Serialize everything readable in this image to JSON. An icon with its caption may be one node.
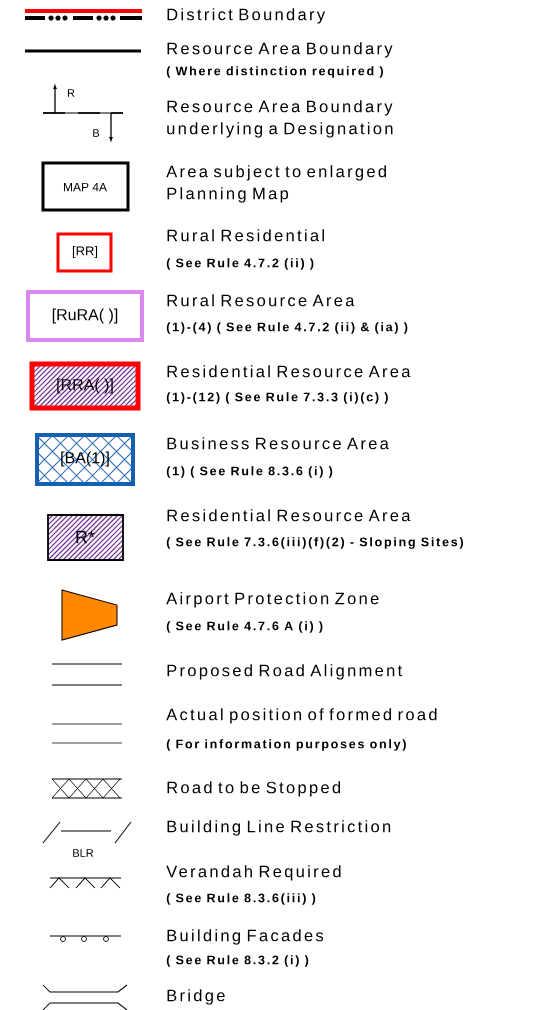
{
  "diagram": {
    "legend": [
      {
        "text": "District Boundary"
      },
      {
        "text": "Resource Area Boundary"
      },
      {
        "text": "Resource Area Boundary underlying a Designation"
      },
      {
        "text": "Area subject to enlarged Planning Map"
      },
      {
        "text": "Rural Residential"
      },
      {
        "text": "Rural Resource Area"
      },
      {
        "text": "Residential Resource Area"
      },
      {
        "text": "Business Resource Area"
      },
      {
        "text": "Residential Resource Area"
      },
      {
        "text": "Airport Protection Zone"
      },
      {
        "text": "Proposed Road Alignment"
      },
      {
        "text": "Actual position of formed road"
      },
      {
        "text": "Road to be Stopped"
      },
      {
        "text": "Building Line Restriction"
      },
      {
        "text": "Verandah Required"
      },
      {
        "text": "Building Facades"
      },
      {
        "text": "Bridge"
      }
    ],
    "labels": [
      "( Where distinction required )",
      "R",
      "B",
      "MAP 4A",
      "[RR]",
      "( See Rule 4.7.2 (ii) )",
      "[RuRA( )]",
      "(1)-(4) ( See Rule 4.7.2 (ii) & (ia) )",
      "[RRA( )]",
      "(1)-(12) ( See Rule 7.3.3 (i)(c) )",
      "[BA(1)]",
      "(1) ( See Rule 8.3.6 (i) )",
      "R*",
      "( See Rule 7.3.6(iii)(f)(2) - Sloping Sites)",
      "( See Rule 4.7.6 A (i) )",
      "( For information purposes only)",
      "BLR",
      "( See Rule 8.3.6(iii) )",
      "( See Rule 8.3.2 (i) )"
    ]
  }
}
